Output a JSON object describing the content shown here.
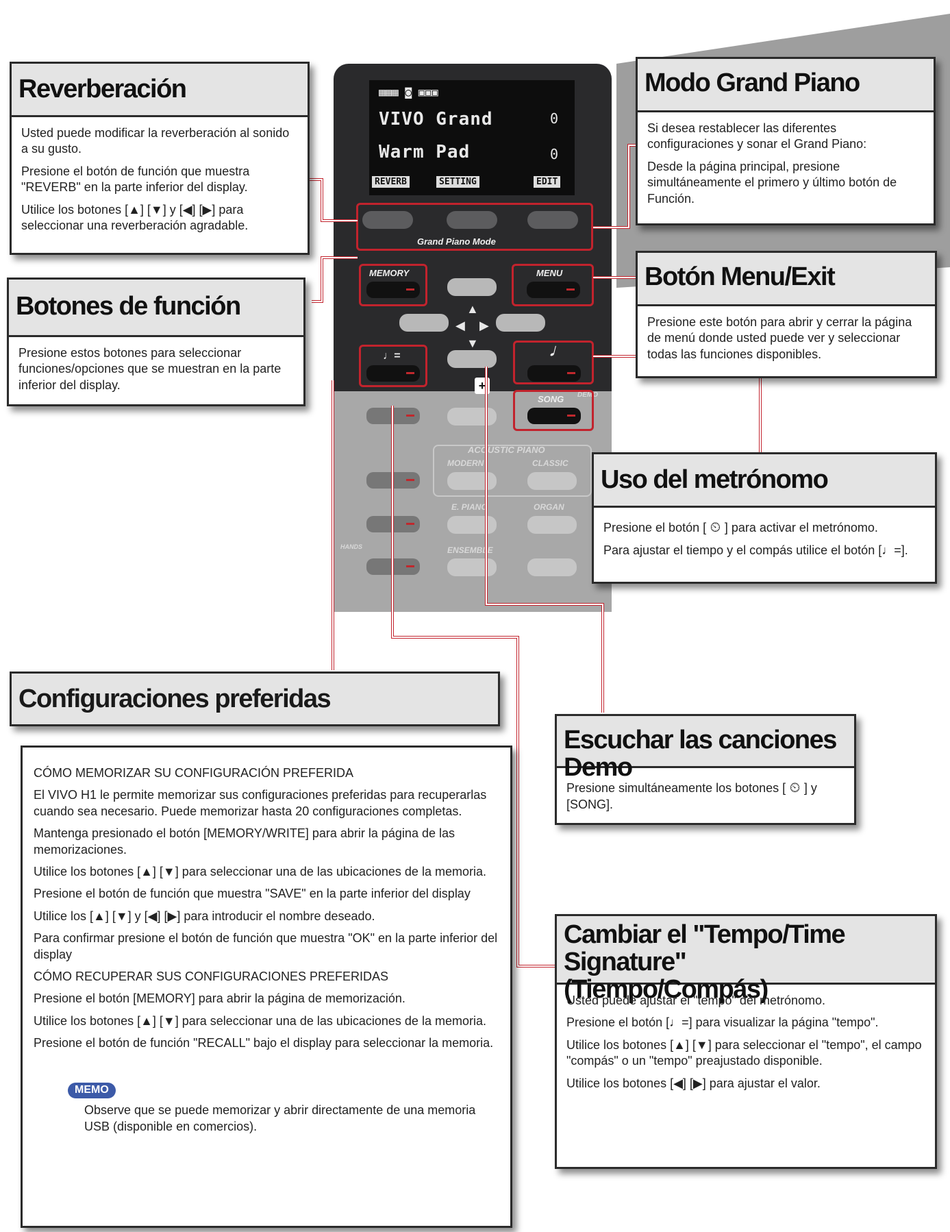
{
  "reverb": {
    "title": "Reverberación",
    "p1": "Usted puede modificar la reverberación al sonido a su gusto.",
    "p2": "Presione el botón de función que muestra \"REVERB\" en la parte inferior del display.",
    "p3": "Utilice los botones [▲] [▼] y [◀] [▶] para seleccionar una reverberación agradable."
  },
  "function_buttons": {
    "title": "Botones de función",
    "p1": "Presione estos botones para seleccionar funciones/opciones que se muestran en la parte inferior del display."
  },
  "grand_piano": {
    "title": "Modo Grand Piano",
    "p1": "Si desea restablecer las diferentes configuraciones y sonar el Grand Piano:",
    "p2": "Desde la página principal, presione simultáneamente el primero y último botón de Función."
  },
  "menu_exit": {
    "title": "Botón Menu/Exit",
    "p1": "Presione este botón para abrir y cerrar la página de menú donde usted puede ver y seleccionar todas las funciones disponibles."
  },
  "metronome": {
    "title": "Uso del metrónomo",
    "p1a": "Presione el botón [",
    "p1b": "] para activar el metrónomo.",
    "p2": "Para ajustar el tiempo y el compás utilice el botón [♩=]."
  },
  "favorites": {
    "title": "Configuraciones preferidas",
    "h1": "CÓMO MEMORIZAR SU CONFIGURACIÓN PREFERIDA",
    "p1": "El VIVO H1 le permite memorizar sus configuraciones preferidas para recuperarlas cuando sea necesario. Puede memorizar hasta 20 configuraciones completas.",
    "p2": "Mantenga presionado el botón [MEMORY/WRITE] para abrir la página de las memorizaciones.",
    "p3": "Utilice los botones [▲] [▼] para seleccionar una de las ubicaciones de la memoria.",
    "p4": "Presione el botón de función que muestra \"SAVE\" en la parte inferior del display",
    "p5": "Utilice los [▲] [▼] y [◀] [▶] para introducir el nombre deseado.",
    "p6": "Para confirmar presione el botón de función que muestra \"OK\" en la parte inferior del display",
    "h2": "CÓMO RECUPERAR SUS CONFIGURACIONES PREFERIDAS",
    "p7": "Presione el botón [MEMORY] para abrir la página de memorización.",
    "p8": "Utilice los botones [▲] [▼] para seleccionar una de las ubicaciones de la memoria.",
    "p9": "Presione el botón de función \"RECALL\" bajo el display para seleccionar la memoria.",
    "memo_badge": "MEMO",
    "memo_text": "Observe que se puede memorizar y abrir directamente de una memoria USB (disponible en comercios)."
  },
  "demo": {
    "title": "Escuchar las canciones Demo",
    "p1a": "Presione simultáneamente los botones [",
    "p1b": "] y [SONG]."
  },
  "tempo": {
    "title_l1": "Cambiar el \"Tempo/Time Signature\"",
    "title_l2": "(Tiempo/Compás)",
    "p1": "Usted puede ajustar el \"tempo\" del metrónomo.",
    "p2": "Presione el botón [♩=] para visualizar la página \"tempo\".",
    "p3": "Utilice los botones [▲] [▼] para seleccionar el \"tempo\", el campo \"compás\" o un \"tempo\" preajustado disponible.",
    "p4": "Utilice los botones [◀] [▶] para ajustar el valor."
  },
  "device": {
    "lcd_line2": "VIVO Grand",
    "lcd_line3": "Warm Pad",
    "lcd_side1": "0",
    "lcd_side2": "0",
    "soft1": "REVERB",
    "soft2": "SETTING",
    "soft3": "EDIT",
    "grand_piano_mode": "Grand Piano Mode",
    "memory": "MEMORY",
    "menu": "MENU",
    "tempo_btn": "♩=",
    "song": "SONG",
    "demo": "DEMO",
    "acoustic_piano": "ACOUSTIC PIANO",
    "modern": "MODERN",
    "classic": "CLASSIC",
    "epiano": "E. PIANO",
    "organ": "ORGAN",
    "ensemble": "ENSEMBLE",
    "hands": "HANDS"
  },
  "colors": {
    "callout_red": "#c2232d",
    "device_dark": "#2a2a2c",
    "memo_blue": "#3c5aa8"
  }
}
